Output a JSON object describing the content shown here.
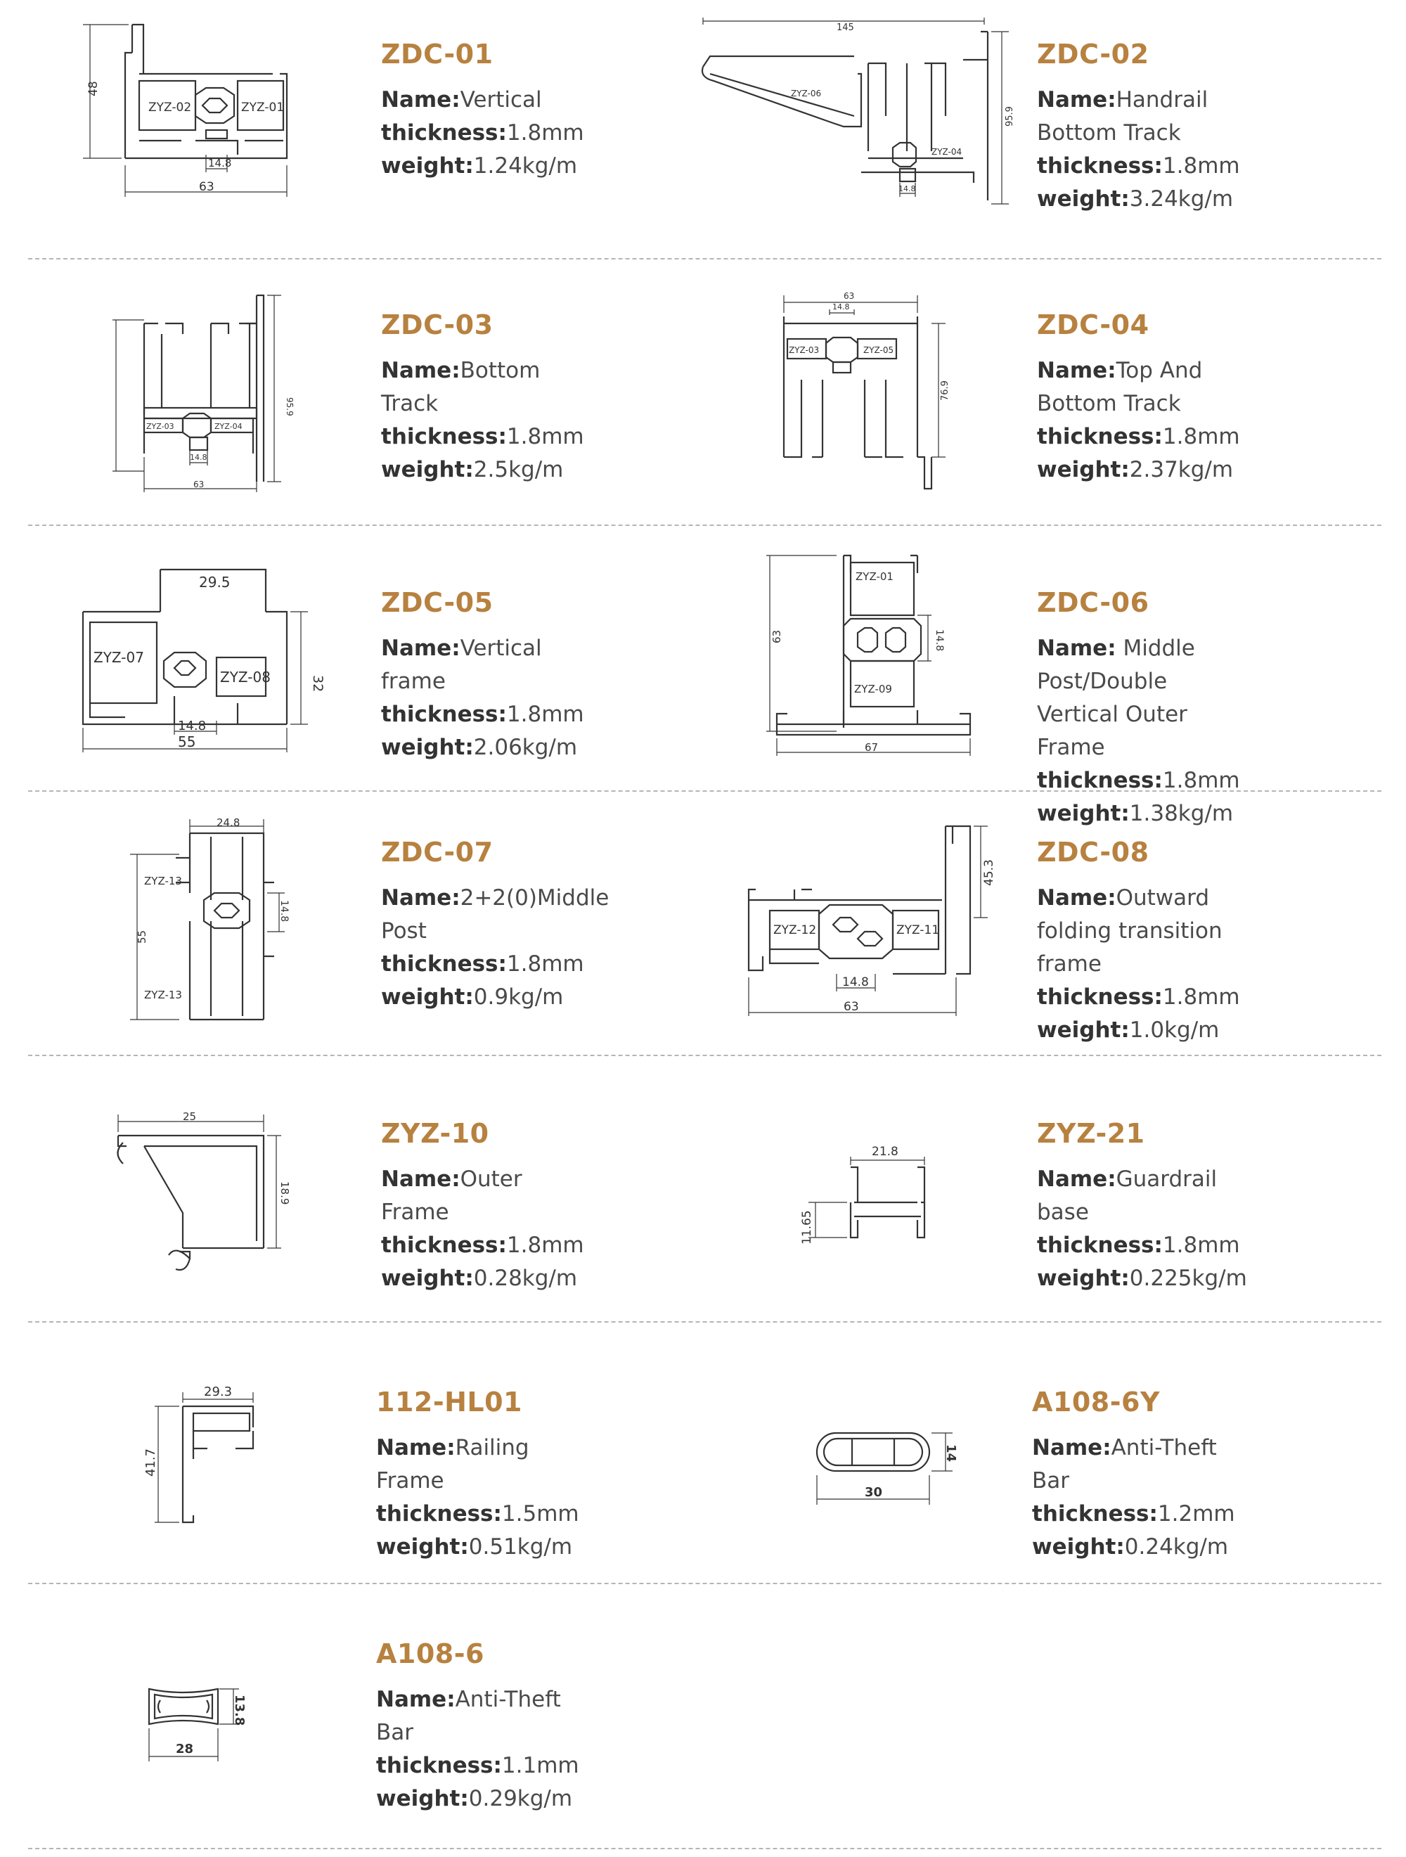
{
  "labels": {
    "name": "Name:",
    "thickness": "thickness:",
    "weight": "weight:"
  },
  "items": [
    {
      "code": "ZDC-01",
      "name": "Vertical",
      "thickness": "1.8mm",
      "weight": "1.24kg/m",
      "dims": {
        "w": "63",
        "h": "48",
        "slot": "14.8",
        "l1": "ZYZ-02",
        "l2": "ZYZ-01"
      }
    },
    {
      "code": "ZDC-02",
      "name": "Handrail Bottom Track",
      "thickness": "1.8mm",
      "weight": "3.24kg/m",
      "dims": {
        "w": "145",
        "h": "95.9",
        "slot": "14.8",
        "l1": "ZYZ-06",
        "l2": "ZYZ-04"
      }
    },
    {
      "code": "ZDC-03",
      "name": "Bottom Track",
      "thickness": "1.8mm",
      "weight": "2.5kg/m",
      "dims": {
        "w": "63",
        "h": "95.9",
        "slot": "14.8",
        "l1": "ZYZ-03",
        "l2": "ZYZ-04"
      }
    },
    {
      "code": "ZDC-04",
      "name": "Top And Bottom Track",
      "thickness": "1.8mm",
      "weight": "2.37kg/m",
      "dims": {
        "w": "63",
        "h": "76.9",
        "slot": "14.8",
        "l1": "ZYZ-03",
        "l2": "ZYZ-05"
      }
    },
    {
      "code": "ZDC-05",
      "name": "Vertical frame",
      "thickness": "1.8mm",
      "weight": "2.06kg/m",
      "dims": {
        "w": "55",
        "h": "32",
        "top": "29.5",
        "slot": "14.8",
        "l1": "ZYZ-07",
        "l2": "ZYZ-08"
      }
    },
    {
      "code": "ZDC-06",
      "name": " Middle Post/Double",
      "name2": "Vertical Outer Frame",
      "thickness": "1.8mm",
      "weight": "1.38kg/m",
      "dims": {
        "w": "67",
        "h": "63",
        "slot": "14.8",
        "l1": "ZYZ-01",
        "l2": "ZYZ-09"
      }
    },
    {
      "code": "ZDC-07",
      "name": "2+2(0)Middle Post",
      "thickness": "1.8mm",
      "weight": "0.9kg/m",
      "dims": {
        "w": "24.8",
        "h": "55",
        "slot": "14.8",
        "l1": "ZYZ-13",
        "l2": "ZYZ-13"
      }
    },
    {
      "code": "ZDC-08",
      "name": "Outward folding transition",
      "name2": "frame",
      "thickness": "1.8mm",
      "weight": "1.0kg/m",
      "dims": {
        "w": "63",
        "h": "45.3",
        "slot": "14.8",
        "l1": "ZYZ-12",
        "l2": "ZYZ-11"
      }
    },
    {
      "code": "ZYZ-10",
      "name": "Outer Frame",
      "thickness": "1.8mm",
      "weight": "0.28kg/m",
      "dims": {
        "w": "25",
        "h": "18.9"
      }
    },
    {
      "code": "ZYZ-21",
      "name": "Guardrail base",
      "thickness": "1.8mm",
      "weight": "0.225kg/m",
      "dims": {
        "w": "21.8",
        "h": "11.65"
      }
    },
    {
      "code": "112-HL01",
      "name": "Railing Frame",
      "thickness": "1.5mm",
      "weight": "0.51kg/m",
      "dims": {
        "w": "29.3",
        "h": "41.7"
      }
    },
    {
      "code": "A108-6Y",
      "name": "Anti-Theft Bar",
      "thickness": "1.2mm",
      "weight": "0.24kg/m",
      "dims": {
        "w": "30",
        "h": "14"
      }
    },
    {
      "code": "A108-6",
      "name": "Anti-Theft Bar",
      "thickness": "1.1mm",
      "weight": "0.29kg/m",
      "dims": {
        "w": "28",
        "h": "13.8"
      }
    }
  ]
}
